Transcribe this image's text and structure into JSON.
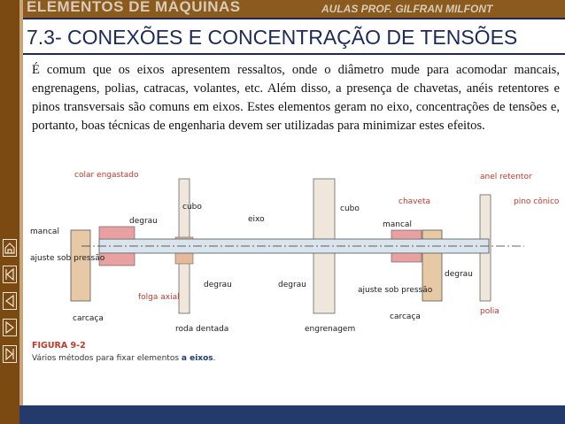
{
  "header": {
    "course_title": "ELEMENTOS DE MÁQUINAS",
    "professor": "AULAS PROF. GILFRAN MILFONT",
    "page_title": "7.3- CONEXÕES E CONCENTRAÇÃO DE TENSÕES"
  },
  "body": {
    "paragraph": "É comum que os eixos apresentem ressaltos, onde o diâmetro mude para acomodar mancais, engrenagens, polias, catracas, volantes, etc. Além disso, a presença de chavetas, anéis retentores e pinos transversais são comuns em eixos. Estes elementos geram no eixo, concentrações de tensões e, portanto, boas técnicas de engenharia devem ser utilizadas para minimizar estes efeitos."
  },
  "figure": {
    "labels": {
      "colar_engastado": "colar engastado",
      "cubo_left": "cubo",
      "eixo": "eixo",
      "cubo_right": "cubo",
      "chaveta": "chaveta",
      "anel_retentor": "anel retentor",
      "pino_conico": "pino cônico",
      "degrau_top": "degrau",
      "mancal_left": "mancal",
      "mancal_right": "mancal",
      "degrau_right": "degrau",
      "ajuste_sob_pressao_left": "ajuste sob pressão",
      "degrau_mid_left": "degrau",
      "degrau_mid_right": "degrau",
      "ajuste_sob_pressao_right": "ajuste sob pressão",
      "folga_axial": "folga axial",
      "polia": "polia",
      "carcaca_left": "carcaça",
      "roda_dentada": "roda dentada",
      "engrenagem": "engrenagem",
      "carcaca_right": "carcaça"
    },
    "caption_title": "FIGURA 9-2",
    "caption_text_pre": "Vários métodos para fixar elementos ",
    "caption_text_bold": "a eixos",
    "caption_text_post": "."
  },
  "nav": {
    "icons": [
      "home-icon",
      "first-page-icon",
      "previous-page-icon",
      "next-page-icon",
      "last-page-icon"
    ]
  },
  "colors": {
    "sidebar": "#7a4a12",
    "header_band": "#8b5a1e",
    "title_text": "#1c2a55",
    "footer": "#243a6a",
    "caption_red": "#c0392b"
  }
}
